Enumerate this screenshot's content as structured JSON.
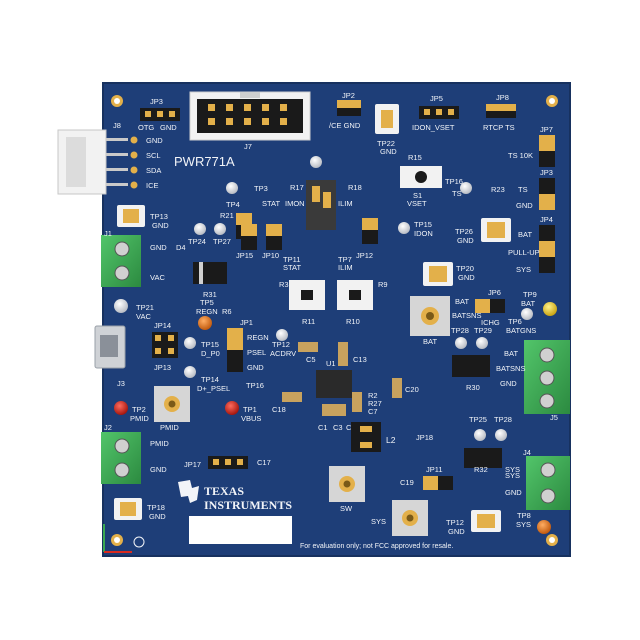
{
  "board": {
    "name": "PWR771A",
    "colors": {
      "pcb": "#1e3e78",
      "pcb_edge": "#17315f",
      "silk": "#f2f4f8",
      "terminal_green": "#3aa852",
      "gold": "#e3b04a",
      "header_black": "#1a1a1a",
      "tp_red": "#d92b1f",
      "tp_yellow": "#e6cf2a",
      "tp_orange": "#e5761c",
      "tp_white": "#f2f2f2"
    }
  },
  "labels": {
    "jp3": "JP3",
    "otg": "OTG",
    "gnd_jp3": "GND",
    "j7": "J7",
    "jp2": "JP2",
    "ce_gnd": "/CE GND",
    "jp5": "JP5",
    "idon_vset": "IDON_VSET",
    "jp8": "JP8",
    "rtcp_ts": "RTCP TS",
    "jp7": "JP7",
    "ts10k": "TS 10K",
    "j8": "J8",
    "j8_gnd": "GND",
    "scl": "SCL",
    "sda": "SDA",
    "ice": "ICE",
    "tp22": "TP22",
    "gnd_tp22": "GND",
    "r15": "R15",
    "s1": "S1",
    "vset": "VSET",
    "tp16": "TP16",
    "ts_tp16": "TS",
    "r23": "R23",
    "jp_ts": "JP3",
    "ts": "TS",
    "gnd_ts": "GND",
    "tp13": "TP13",
    "gnd_tp13": "GND",
    "r21": "R21",
    "tp4": "TP4",
    "stat": "STAT",
    "imon": "IMON",
    "ilim": "ILIM",
    "tp3": "TP3",
    "r17": "R17",
    "r18": "R18",
    "tp15": "TP15",
    "idon": "IDON",
    "tp26": "TP26",
    "gnd_tp26": "GND",
    "jp4": "JP4",
    "bat": "BAT",
    "pull_up": "PULL-UP",
    "sys": "SYS",
    "j1": "J1",
    "vac": "VAC",
    "gnd_j1": "GND",
    "tp24": "TP24",
    "tp27": "TP27",
    "d4": "D4",
    "jp15": "JP15",
    "jp10": "JP10",
    "tp11": "TP11",
    "stat2": "STAT",
    "tp7": "TP7",
    "ilim2": "ILIM",
    "jp12": "JP12",
    "tp20": "TP20",
    "gnd_tp20": "GND",
    "r31": "R31",
    "r3": "R3",
    "r9": "R9",
    "r11": "R11",
    "r10": "R10",
    "jp6": "JP6",
    "tp9": "TP9",
    "bat_tp9": "BAT",
    "batsns": "BATSNS",
    "ichg": "ICHG",
    "tp6": "TP6",
    "batgns": "BATGNS",
    "tp21": "TP21",
    "vac_tp21": "VAC",
    "tp5": "TP5",
    "regn": "REGN",
    "r6": "R6",
    "jp1": "JP1",
    "jp14": "JP14",
    "jp13": "JP13",
    "tp15b": "TP15",
    "d_p0": "D_P0",
    "tp14": "TP14",
    "d_psel": "D+_PSEL",
    "regn2": "REGN",
    "psel": "PSEL",
    "gnd_jp1": "GND",
    "tp16b": "TP16",
    "tp12": "TP12",
    "acdrv": "ACDRV",
    "bat_conn": "BAT",
    "tp28": "TP28",
    "tp29": "TP29",
    "r30": "R30",
    "j5": "J5",
    "bat_j5": "BAT",
    "batsns_j5": "BATSNS",
    "gnd_j5": "GND",
    "j3": "J3",
    "c18": "C18",
    "c20": "C20",
    "c1": "C1",
    "c3": "C3",
    "c4": "C4",
    "c5": "C5",
    "c7": "C7",
    "c13": "C13",
    "r2": "R2",
    "r27": "R27",
    "l2": "L2",
    "u1": "U1",
    "tp2": "TP2",
    "pmid_tp2": "PMID",
    "tp1": "TP1",
    "vbus": "VBUS",
    "pmid_btn": "PMID",
    "j2": "J2",
    "pmid_j2": "PMID",
    "gnd_j2": "GND",
    "jp18": "JP18",
    "tp25": "TP25",
    "tp28b": "TP28",
    "r32": "R32",
    "sys_tp": "SYS",
    "j4": "J4",
    "sys_j4": "SYS",
    "gnd_j4": "GND",
    "jp17": "JP17",
    "c17": "C17",
    "jp11": "JP11",
    "c19": "C19",
    "sw": "SW",
    "sys_btn": "SYS",
    "tp18": "TP18",
    "gnd_tp18": "GND",
    "tp12b": "TP12",
    "gnd_tp12b": "GND",
    "tp8": "TP8",
    "sys_tp8": "SYS",
    "ti_top": "TEXAS",
    "ti_bottom": "INSTRUMENTS",
    "footer": "For evaluation only; not FCC approved for resale."
  }
}
